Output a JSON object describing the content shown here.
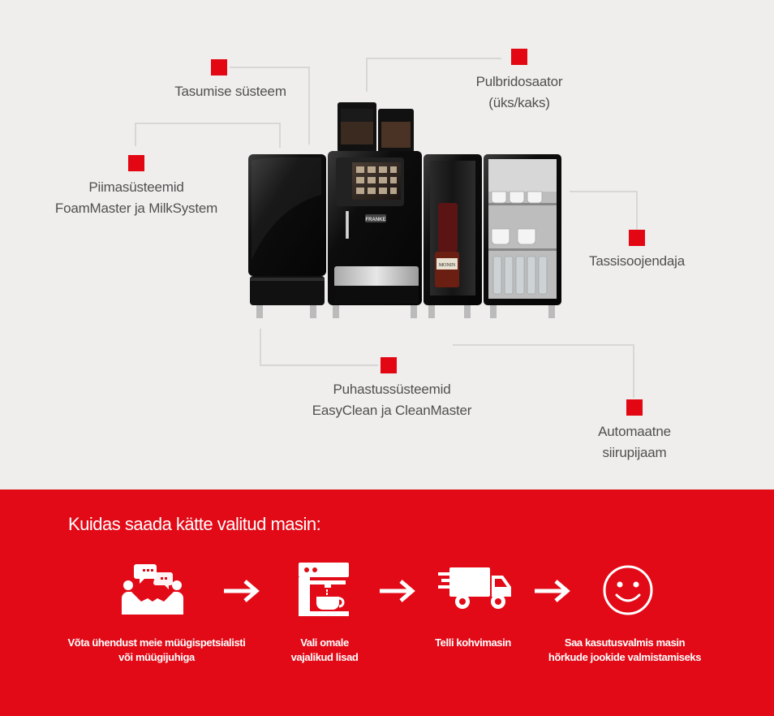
{
  "diagram": {
    "labels": {
      "payment": "Tasumise süsteem",
      "powder_1": "Pulbridosaator",
      "powder_2": "(üks/kaks)",
      "milk_1": "Piimasüsteemid",
      "milk_2": "FoamMaster ja MilkSystem",
      "cup_warmer": "Tassisoojendaja",
      "cleaning_1": "Puhastussüsteemid",
      "cleaning_2": "EasyClean ja CleanMaster",
      "syrup_1": "Automaatne",
      "syrup_2": "siirupijaam"
    },
    "machine_brand": "FRANKE",
    "bottle_label": "MONIN",
    "accent_color": "#e30613"
  },
  "steps": {
    "title": "Kuidas saada kätte valitud masin:",
    "items": [
      {
        "icon": "handshake-chat-icon",
        "line1": "Võta ühendust meie müügispetsialisti",
        "line2": "või müügijuhiga"
      },
      {
        "icon": "coffee-machine-icon",
        "line1": "Vali omale",
        "line2": "vajalikud lisad"
      },
      {
        "icon": "delivery-truck-icon",
        "line1": "Telli kohvimasin",
        "line2": ""
      },
      {
        "icon": "smiley-icon",
        "line1": "Saa kasutusvalmis masin",
        "line2": "hõrkude jookide valmistamiseks"
      }
    ],
    "background_color": "#e20a17"
  }
}
